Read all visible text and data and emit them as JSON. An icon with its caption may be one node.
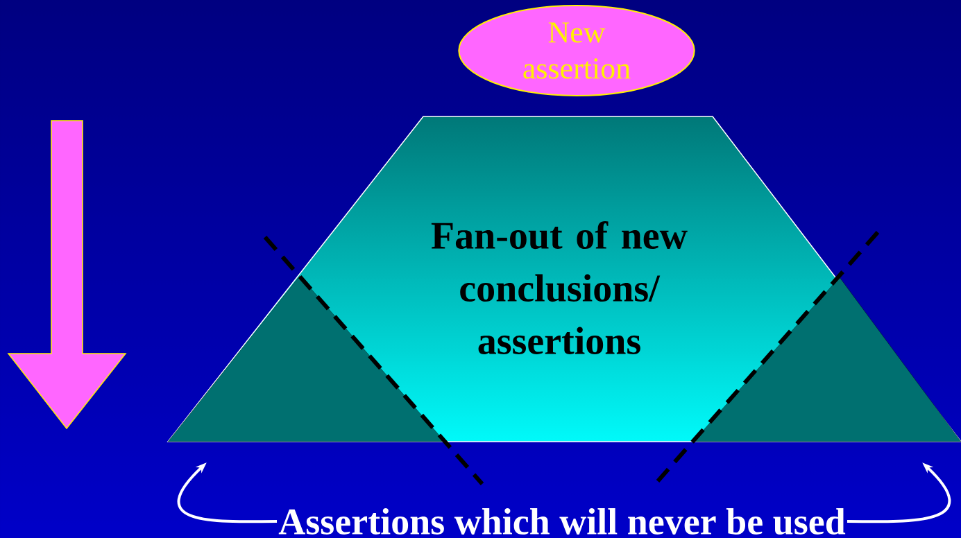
{
  "diagram": {
    "nodes": [
      {
        "text": [
          "New assertion"
        ]
      },
      {
        "text": [
          "Fan-out of new conclusions/ assertions"
        ]
      },
      {
        "text": [
          "Assertions which will never be used"
        ]
      },
      {
        "text": [],
        "shape": "triangle",
        "in": 1
      },
      {
        "text": [],
        "shape": "triangle",
        "in": 1
      }
    ],
    "edges": [
      {
        "from": 2,
        "to": 3,
        "arrow": "to"
      },
      {
        "from": 2,
        "to": 4,
        "arrow": "to"
      }
    ]
  }
}
